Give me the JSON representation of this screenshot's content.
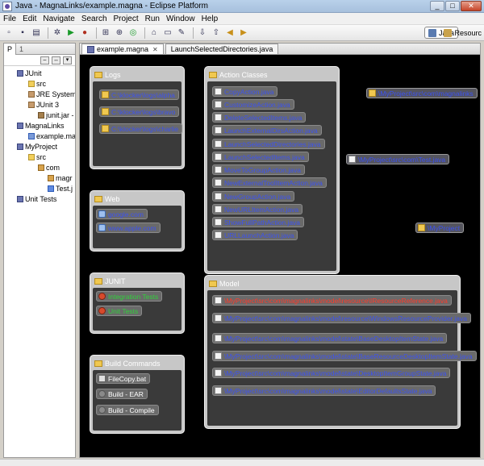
{
  "window": {
    "title": "Java - MagnaLinks/example.magna - Eclipse Platform",
    "min": "_",
    "max": "□",
    "close": "✕"
  },
  "menu": [
    "File",
    "Edit",
    "Navigate",
    "Search",
    "Project",
    "Run",
    "Window",
    "Help"
  ],
  "toolbar": {
    "perspective_label": "Java",
    "perspective2_label": "Resourc"
  },
  "explorer": {
    "tab_label": "P",
    "tab2_label": "1",
    "tree": [
      {
        "label": "JUnit",
        "icon": "project"
      },
      {
        "label": "src",
        "icon": "folder"
      },
      {
        "label": "JRE System L",
        "icon": "library"
      },
      {
        "label": "JUnit 3",
        "icon": "library"
      },
      {
        "label": "junit.jar -",
        "icon": "jar"
      },
      {
        "label": "MagnaLinks",
        "icon": "project"
      },
      {
        "label": "example.ma",
        "icon": "magna-file"
      },
      {
        "label": "MyProject",
        "icon": "project"
      },
      {
        "label": "src",
        "icon": "folder"
      },
      {
        "label": "com",
        "icon": "package"
      },
      {
        "label": "magr",
        "icon": "package"
      },
      {
        "label": "Test.j",
        "icon": "java-file"
      },
      {
        "label": "Unit Tests",
        "icon": "project"
      }
    ]
  },
  "editor": {
    "tabs": [
      {
        "label": "example.magna",
        "close": "✕"
      },
      {
        "label": "LaunchSelectedDirectories.java"
      }
    ]
  },
  "canvas": {
    "panels": {
      "logs": {
        "title": "Logs",
        "items": [
          "C:\\klocker\\logs\\alpha",
          "C:\\klocker\\logs\\bravo",
          "C:\\klocker\\logs\\charlie"
        ]
      },
      "actions": {
        "title": "Action Classes",
        "items": [
          "CopyAction.java",
          "CustomizeAction.java",
          "DeleteSelectedItems.java",
          "LaunchExternalDirsAction.java",
          "LaunchSelectedDirectories.java",
          "LaunchSelectedItems.java",
          "MoveToGroupAction.java",
          "NewExternalToolItemAction.java",
          "NewGroupAction.java",
          "NewURLItemAction.java",
          "ShowFullPathAction.java",
          "URLLaunchAction.java"
        ]
      },
      "web": {
        "title": "Web",
        "items": [
          "google.com",
          "www.apple.com"
        ]
      },
      "junit": {
        "title": "JUNIT",
        "items": [
          "Integration Tests",
          "Unit Tests"
        ]
      },
      "build": {
        "title": "Build Commands",
        "items": [
          "FileCopy.bat",
          "Build - EAR",
          "Build - Compile"
        ]
      },
      "model": {
        "title": "Model",
        "items": [
          "\\MyProject\\src\\com\\magnalinks\\model\\resource\\IResourceReference.java",
          "\\MyProject\\src\\com\\magnalinks\\model\\resource\\WindowsResourceProvider.java",
          "\\MyProject\\src\\com\\magnalinks\\model\\state\\BaseDesktopItemState.java",
          "\\MyProject\\src\\com\\magnalinks\\model\\state\\BaseResourceDesktopItemState.java",
          "\\MyProject\\src\\com\\magnalinks\\model\\state\\DesktopItemGroupState.java",
          "\\MyProject\\src\\com\\magnalinks\\model\\state\\EditorDefaultsState.java"
        ]
      }
    },
    "floating": [
      "\\MyProject\\src\\com\\magnalinks",
      "\\MyProject\\src\\com\\Test.java",
      "\\MyProject"
    ]
  }
}
